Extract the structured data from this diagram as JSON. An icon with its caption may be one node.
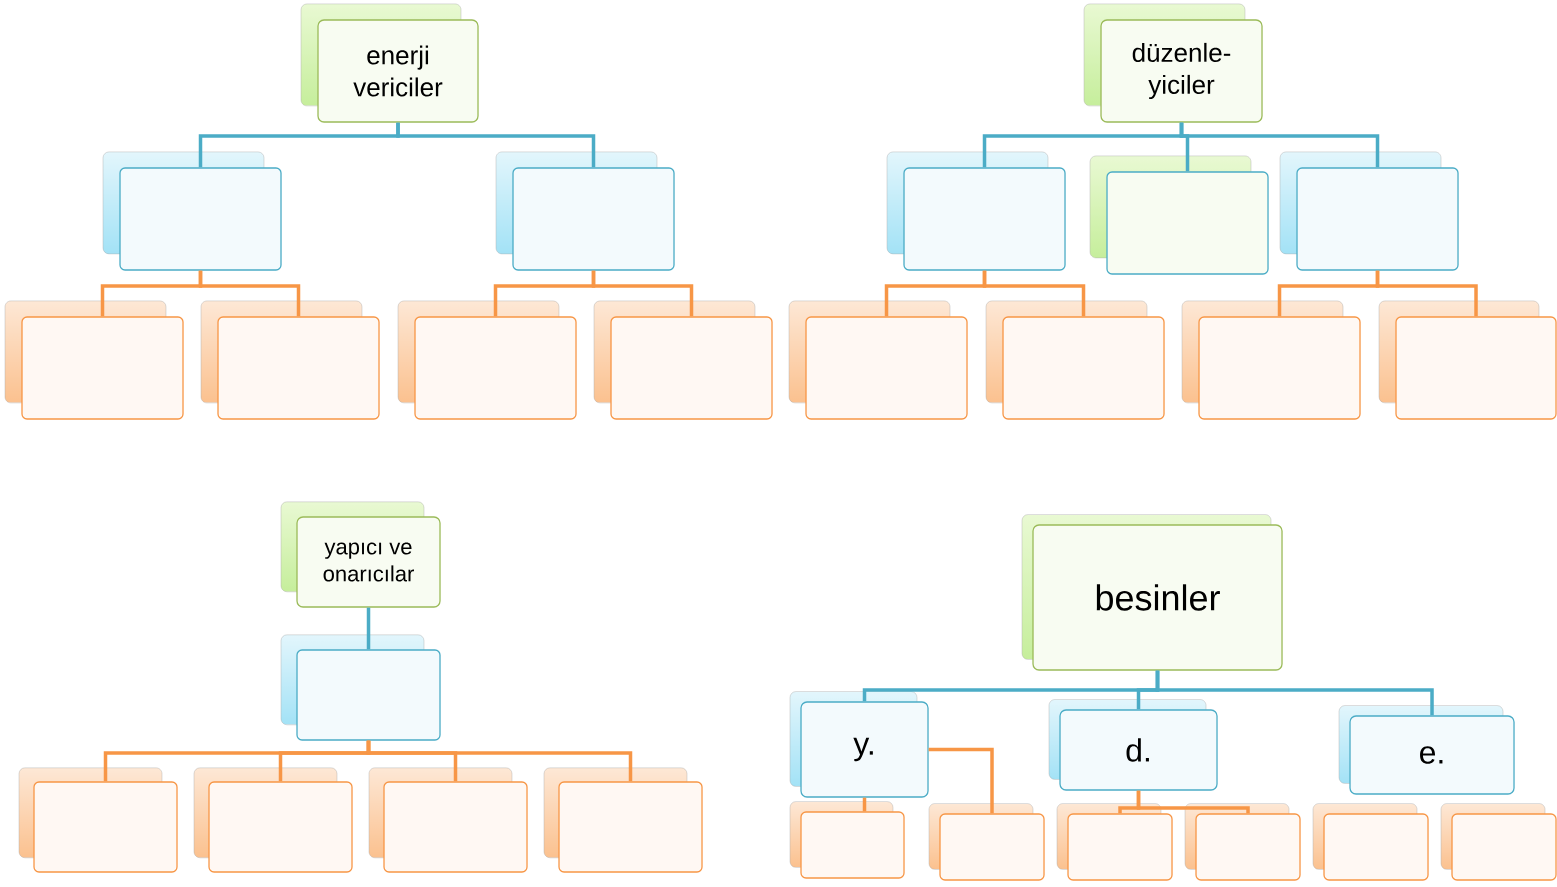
{
  "diagram": {
    "nodes": [
      {
        "text": [
          "enerji vericiler"
        ]
      },
      {
        "text": [],
        "shape": "box"
      },
      {
        "text": [],
        "shape": "box"
      },
      {
        "text": [],
        "shape": "box"
      },
      {
        "text": [],
        "shape": "box"
      },
      {
        "text": [],
        "shape": "box"
      },
      {
        "text": [],
        "shape": "box"
      },
      {
        "text": [
          "düzenle- yiciler"
        ]
      },
      {
        "text": [],
        "shape": "box"
      },
      {
        "text": [],
        "shape": "box"
      },
      {
        "text": [],
        "shape": "box"
      },
      {
        "text": [],
        "shape": "box"
      },
      {
        "text": [],
        "shape": "box"
      },
      {
        "text": [],
        "shape": "box"
      },
      {
        "text": [],
        "shape": "box"
      },
      {
        "text": [
          "yapıcı ve onarıcılar"
        ]
      },
      {
        "text": [],
        "shape": "box"
      },
      {
        "text": [],
        "shape": "box"
      },
      {
        "text": [],
        "shape": "box"
      },
      {
        "text": [],
        "shape": "box"
      },
      {
        "text": [],
        "shape": "box"
      },
      {
        "text": [
          "besinler"
        ]
      },
      {
        "text": [
          "y."
        ]
      },
      {
        "text": [
          "d."
        ]
      },
      {
        "text": [
          "e."
        ]
      },
      {
        "text": [],
        "shape": "box"
      },
      {
        "text": [],
        "shape": "box"
      },
      {
        "text": [],
        "shape": "box"
      },
      {
        "text": [],
        "shape": "box"
      },
      {
        "text": [],
        "shape": "box"
      },
      {
        "text": [],
        "shape": "box"
      }
    ],
    "edges": [
      {
        "from": 0,
        "to": 1,
        "arrow": "none",
        "color": "#4bacc6"
      },
      {
        "from": 0,
        "to": 2,
        "arrow": "none",
        "color": "#4bacc6"
      },
      {
        "from": 1,
        "to": 3,
        "arrow": "none"
      },
      {
        "from": 1,
        "to": 4,
        "arrow": "none"
      },
      {
        "from": 2,
        "to": 5,
        "arrow": "none"
      },
      {
        "from": 2,
        "to": 6,
        "arrow": "none"
      },
      {
        "from": 7,
        "to": 8,
        "arrow": "none",
        "color": "#4bacc6"
      },
      {
        "from": 7,
        "to": 9,
        "arrow": "none",
        "color": "#4bacc6"
      },
      {
        "from": 7,
        "to": 10,
        "arrow": "none",
        "color": "#4bacc6"
      },
      {
        "from": 8,
        "to": 11,
        "arrow": "none"
      },
      {
        "from": 8,
        "to": 12,
        "arrow": "none"
      },
      {
        "from": 10,
        "to": 13,
        "arrow": "none"
      },
      {
        "from": 10,
        "to": 14,
        "arrow": "none"
      },
      {
        "from": 15,
        "to": 16,
        "arrow": "none",
        "color": "#4bacc6"
      },
      {
        "from": 16,
        "to": 17,
        "arrow": "none"
      },
      {
        "from": 16,
        "to": 18,
        "arrow": "none"
      },
      {
        "from": 16,
        "to": 19,
        "arrow": "none"
      },
      {
        "from": 16,
        "to": 20,
        "arrow": "none"
      },
      {
        "from": 21,
        "to": 22,
        "arrow": "none",
        "color": "#4bacc6"
      },
      {
        "from": 21,
        "to": 23,
        "arrow": "none",
        "color": "#4bacc6"
      },
      {
        "from": 21,
        "to": 24,
        "arrow": "none",
        "color": "#4bacc6"
      },
      {
        "from": 22,
        "to": 25,
        "arrow": "none"
      },
      {
        "from": 22,
        "to": 26,
        "arrow": "none"
      },
      {
        "from": 23,
        "to": 27,
        "arrow": "none"
      },
      {
        "from": 23,
        "to": 28,
        "arrow": "none"
      }
    ]
  }
}
